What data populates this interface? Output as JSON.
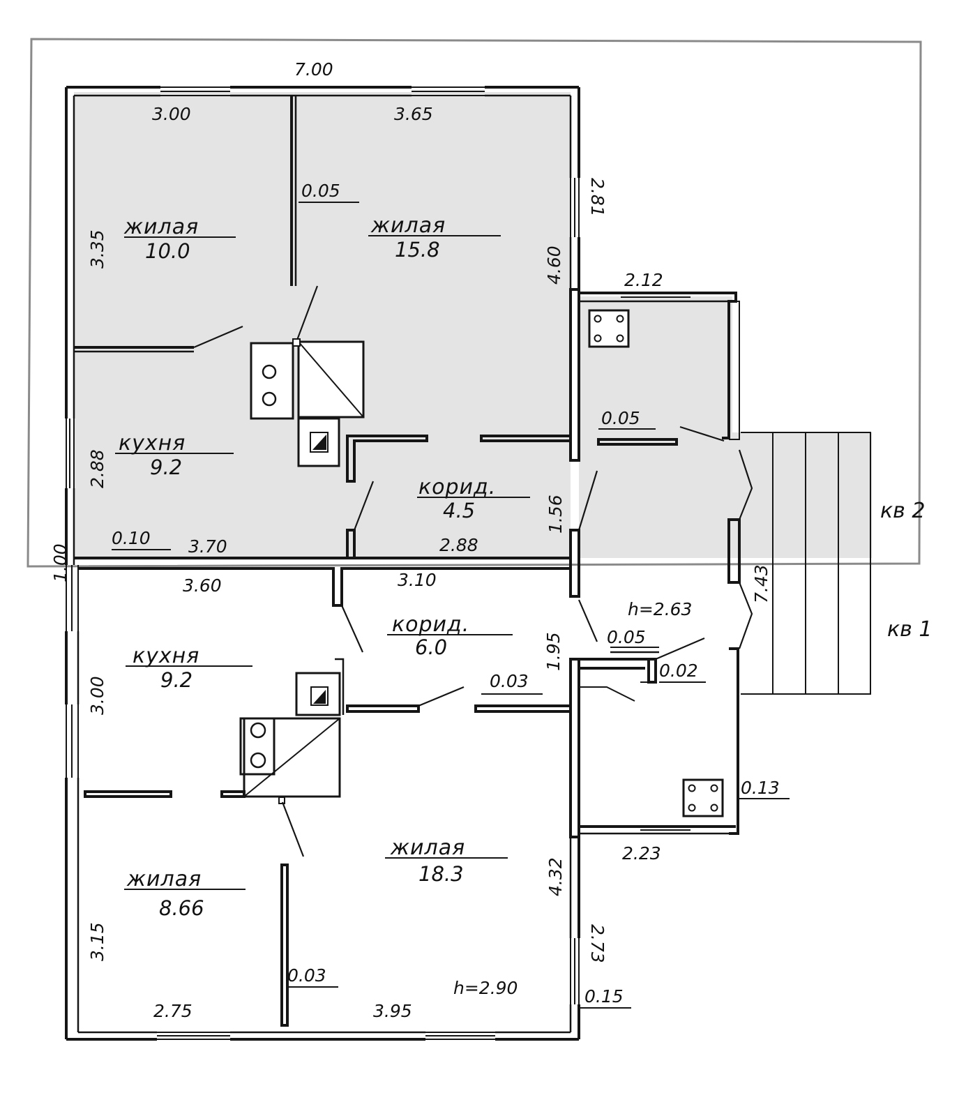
{
  "apartments": {
    "top": "кв 2",
    "bottom": "кв 1"
  },
  "colors": {
    "shaded_apartment": "#e4e4e4",
    "outline": "#8a8a8a",
    "lines": "#151515"
  },
  "rooms": [
    {
      "name": "жилая",
      "area": "10.0"
    },
    {
      "name": "жилая",
      "area": "15.8"
    },
    {
      "name": "кухня",
      "area": "9.2"
    },
    {
      "name": "корид.",
      "area": "4.5"
    },
    {
      "name": "кухня",
      "area": "9.2"
    },
    {
      "name": "корид.",
      "area": "6.0"
    },
    {
      "name": "жилая",
      "area": "8.66"
    },
    {
      "name": "жилая",
      "area": "18.3"
    }
  ],
  "dimensions": {
    "top_wall": "7.00",
    "d_3_00_top": "3.00",
    "d_3_65": "3.65",
    "d_0_05_partition": "0.05",
    "d_3_35": "3.35",
    "d_4_60": "4.60",
    "d_2_81": "2.81",
    "d_2_12": "2.12",
    "d_0_05_porch": "0.05",
    "d_2_88_left": "2.88",
    "d_1_56": "1.56",
    "d_0_10": "0.10",
    "d_3_70": "3.70",
    "d_2_88_bottom": "2.88",
    "d_1_00_left": "1.00",
    "d_3_60": "3.60",
    "d_3_10": "3.10",
    "h_2_63": "h=2.63",
    "d_0_05_lower": "0.05",
    "d_1_95": "1.95",
    "d_0_02": "0.02",
    "d_0_03_upper": "0.03",
    "d_7_43": "7.43",
    "d_3_00_lower": "3.00",
    "d_0_13": "0.13",
    "d_2_23": "2.23",
    "d_4_32": "4.32",
    "d_3_15": "3.15",
    "d_2_73": "2.73",
    "d_0_03_lower": "0.03",
    "h_2_90": "h=2.90",
    "d_0_15": "0.15",
    "d_2_75": "2.75",
    "d_3_95": "3.95"
  }
}
